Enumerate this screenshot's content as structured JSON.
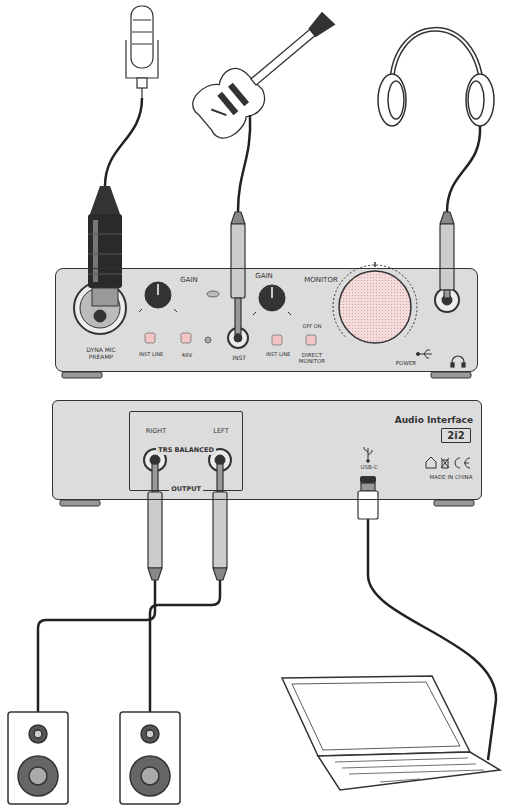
{
  "diagram": {
    "nodes": [
      {
        "text": [
          "GAIN",
          "GAIN",
          "MONITOR",
          "DYNA MIC PREAMP",
          "INST LINE",
          "48V",
          "INST",
          "INST LINE",
          "OFF ON",
          "DIRECT MONITOR",
          "POWER"
        ]
      },
      {
        "text": [
          "Audio Interface",
          "USB-C",
          "MADE IN CHINA"
        ]
      },
      {
        "text": [
          "TRS BALANCED",
          "RIGHT",
          "LEFT",
          "OUTPUT"
        ],
        "in": 1
      },
      {
        "text": [
          "2i2"
        ],
        "in": 1
      }
    ]
  }
}
